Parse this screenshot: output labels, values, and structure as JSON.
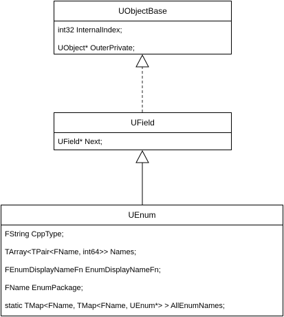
{
  "classes": {
    "uobjectbase": {
      "name": "UObjectBase",
      "fields": [
        "int32 InternalIndex;",
        "UObject* OuterPrivate;"
      ]
    },
    "ufield": {
      "name": "UField",
      "fields": [
        "UField* Next;"
      ]
    },
    "uenum": {
      "name": "UEnum",
      "fields": [
        "FString CppType;",
        "TArray<TPair<FName, int64>> Names;",
        "FEnumDisplayNameFn EnumDisplayNameFn;",
        "FName EnumPackage;",
        "static TMap<FName, TMap<FName, UEnum*> > AllEnumNames;"
      ]
    }
  },
  "relationships": [
    {
      "from": "UField",
      "to": "UObjectBase",
      "kind": "realization",
      "line_style": "dashed"
    },
    {
      "from": "UEnum",
      "to": "UField",
      "kind": "generalization",
      "line_style": "solid"
    }
  ]
}
